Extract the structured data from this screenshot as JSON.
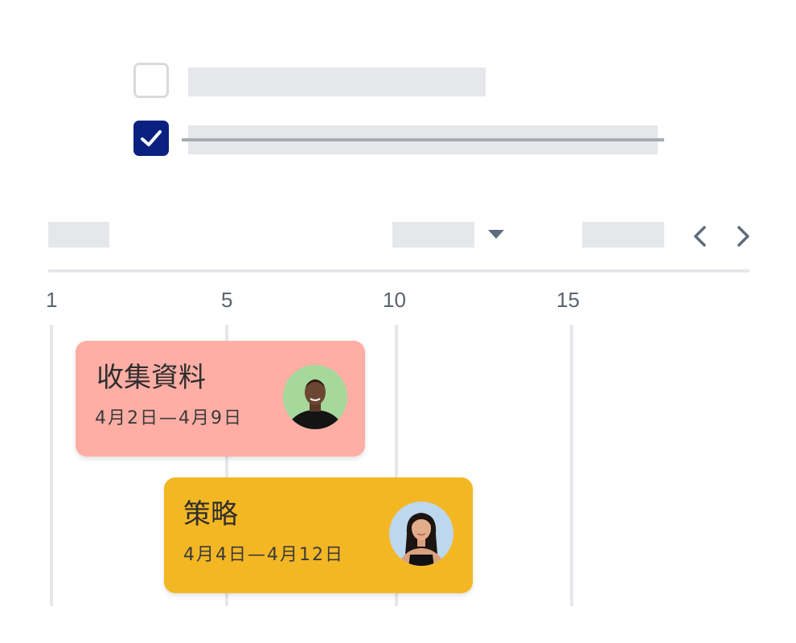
{
  "checklist": {
    "items": [
      {
        "checked": false,
        "label": ""
      },
      {
        "checked": true,
        "label": ""
      }
    ]
  },
  "toolbar": {
    "caret_icon": "caret-down-icon",
    "prev_icon": "chevron-left-icon",
    "next_icon": "chevron-right-icon"
  },
  "timeline": {
    "ticks": [
      "1",
      "5",
      "10",
      "15"
    ]
  },
  "tasks": [
    {
      "title": "收集資料",
      "dates": "4月2日—4月9日",
      "color": "#ffaea5",
      "avatar_bg": "#a6d89c"
    },
    {
      "title": "策略",
      "dates": "4月4日—4月12日",
      "color": "#f4b724",
      "avatar_bg": "#bcd7ee"
    }
  ],
  "colors": {
    "accent": "#0a2182",
    "skeleton": "#e6e7eb",
    "icon": "#5d6d7e"
  }
}
